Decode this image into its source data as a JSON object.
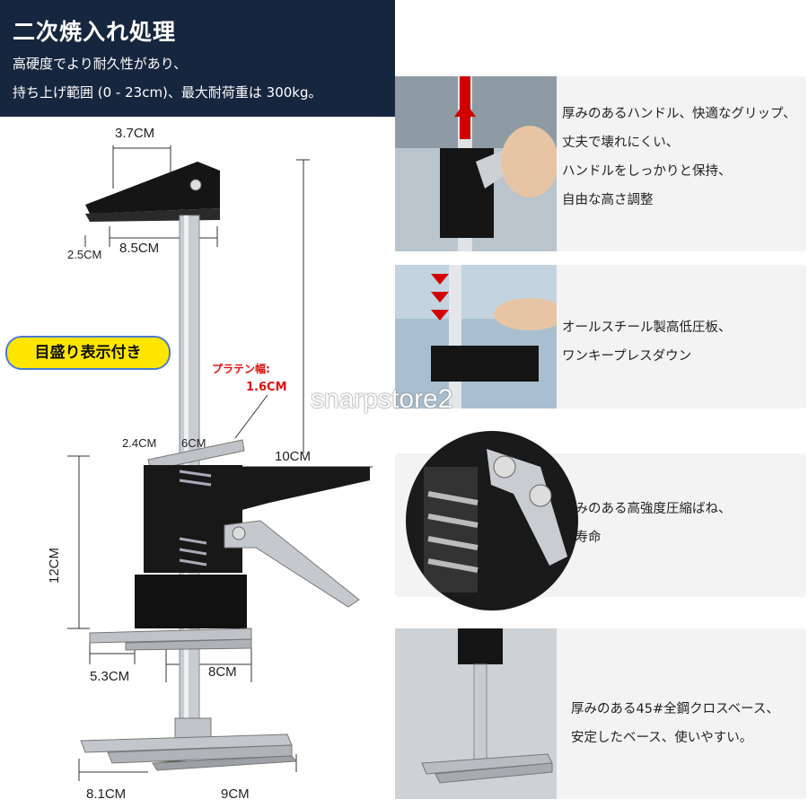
{
  "header": {
    "title": "二次焼入れ処理",
    "line1": "高硬度でより耐久性があり、",
    "line2": "持ち上げ範囲 (0 - 23cm)、最大耐荷重は 300kg。"
  },
  "badge": "目盛り表示付き",
  "dimensions": {
    "top_width": "3.7CM",
    "head_width": "8.5CM",
    "head_depth": "2.5CM",
    "platen_label": "プラテン幅:",
    "platen_value": "1.6CM",
    "pad_a": "2.4CM",
    "pad_b": "6CM",
    "arm_length": "10CM",
    "body_height": "12CM",
    "foot_a": "5.3CM",
    "foot_b": "8CM",
    "base_depth": "8.1CM",
    "base_width": "9CM"
  },
  "watermark": "snarpstore2",
  "features": [
    {
      "lines": [
        "厚みのあるハンドル、快適なグリップ、",
        "丈夫で壊れにくい、",
        "ハンドルをしっかりと保持、",
        "自由な高さ調整"
      ]
    },
    {
      "lines": [
        "オールスチール製高低圧板、",
        "ワンキープレスダウン"
      ]
    },
    {
      "lines": [
        "厚みのある高強度圧縮ばね、",
        "長寿命"
      ]
    },
    {
      "lines": [
        "厚みのある45#全鋼クロスベース、",
        "安定したベース、使いやすい。"
      ]
    }
  ],
  "colors": {
    "banner": "#17263f",
    "badge": "#ffe600",
    "accent": "#d11111"
  }
}
